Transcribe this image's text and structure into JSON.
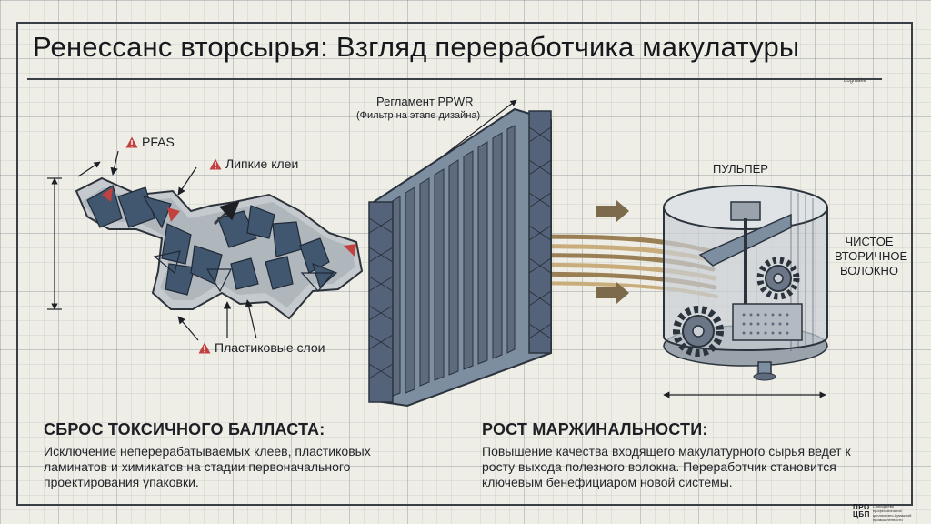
{
  "title": "Ренессанс вторсырья: Взгляд переработчика макулатуры",
  "labels": {
    "pfas": "PFAS",
    "adhesives": "Липкие клеи",
    "plastic_layers": "Пластиковые слои",
    "regulation_title": "Регламент PPWR",
    "regulation_subtitle": "(Фильтр на этапе дизайна)",
    "pulper": "ПУЛЬПЕР",
    "clean_fiber": "ЧИСТОЕ ВТОРИЧНОЕ ВОЛОКНО",
    "corner_tag": "Logmake"
  },
  "left_block": {
    "heading": "СБРОС ТОКСИЧНОГО БАЛЛАСТА:",
    "text": "Исключение неперерабатываемых клеев, пластиковых ламинатов и химикатов на стадии первоначального проектирования упаковки."
  },
  "right_block": {
    "heading": "РОСТ МАРЖИНАЛЬНОСТИ:",
    "text": "Повышение качества входящего макулатурного сырья ведет к росту выхода полезного волокна. Переработчик становится ключевым бенефициаром новой системы."
  },
  "logo": {
    "mark_top": "ПРО",
    "mark_bottom": "ЦБП",
    "text": "Сообщество профессионалов целлюлозно-бумажной промышленности"
  },
  "colors": {
    "ink": "#1d1f24",
    "paper": "#eeede6",
    "steel": "#5d6b7d",
    "steel_dark": "#3a4656",
    "shard": "#41566f",
    "warning": "#c0413e",
    "fiber": "#b79a6c"
  },
  "icons": [
    "warning-triangle-icon",
    "arrow-right-icon",
    "gear-icon"
  ]
}
